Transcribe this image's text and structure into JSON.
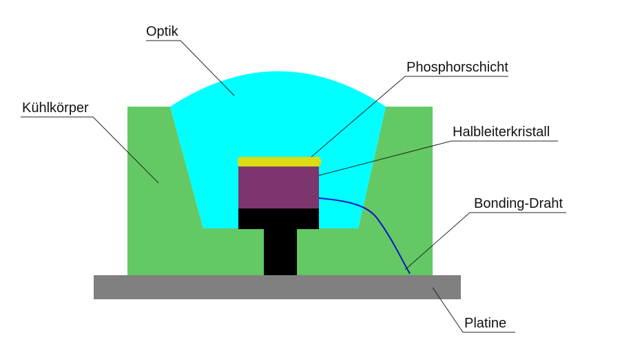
{
  "labels": {
    "optik": "Optik",
    "phosphorschicht": "Phosphorschicht",
    "kuehlkoerper": "Kühlkörper",
    "halbleiterkristall": "Halbleiterkristall",
    "bonding_draht": "Bonding-Draht",
    "platine": "Platine"
  },
  "colors": {
    "heat_sink": "#64c864",
    "optics": "#00ffff",
    "phosphor": "#dcdc14",
    "semiconductor": "#7d366d",
    "base": "#000000",
    "board": "#808080",
    "wire": "#0a14c8",
    "leader": "#222222"
  }
}
